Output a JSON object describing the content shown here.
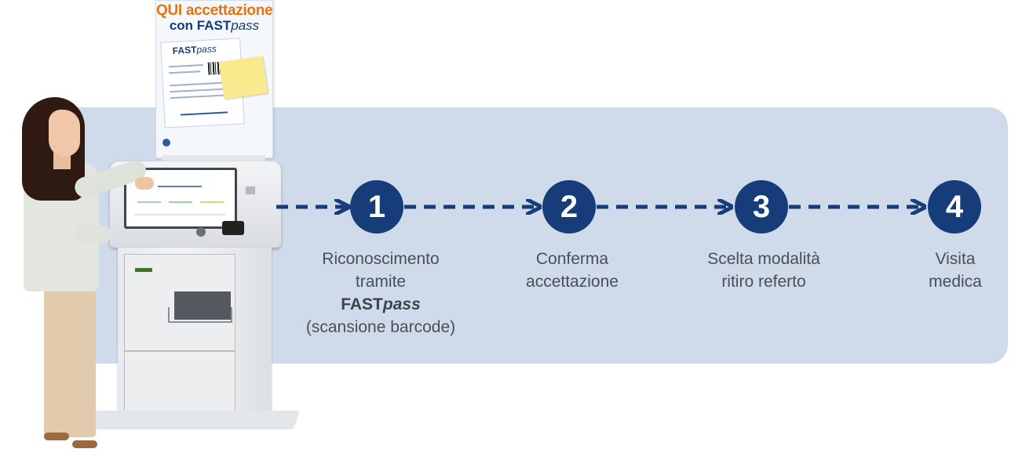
{
  "poster": {
    "title": "QUI accettazione",
    "subtitle_prefix": "con FAST",
    "subtitle_suffix": "pass",
    "card_brand_prefix": "FAST",
    "card_brand_suffix": "pass"
  },
  "kiosk": {
    "screen_title": "cosa vuoi fare?"
  },
  "steps": [
    {
      "number": "1",
      "lines": [
        "Riconoscimento",
        "tramite"
      ],
      "brand_prefix": "FAST",
      "brand_suffix": "pass",
      "tail": "(scansione barcode)"
    },
    {
      "number": "2",
      "lines": [
        "Conferma",
        "accettazione"
      ]
    },
    {
      "number": "3",
      "lines": [
        "Scelta modalità",
        "ritiro referto"
      ]
    },
    {
      "number": "4",
      "lines": [
        "Visita",
        "medica"
      ]
    }
  ],
  "colors": {
    "band": "#cfdbea",
    "step_circle": "#163d7a",
    "arrow": "#163d7a",
    "label_text": "#4a4f55",
    "poster_accent": "#e8740c"
  }
}
